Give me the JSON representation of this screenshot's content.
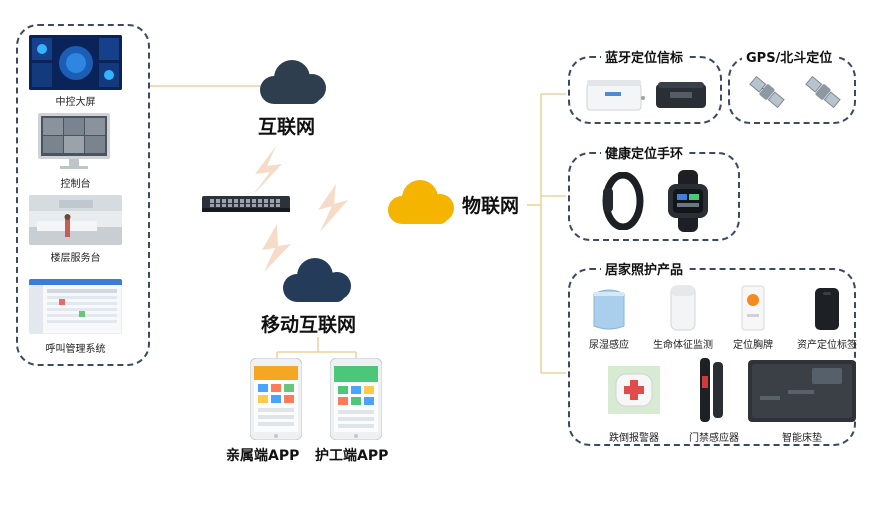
{
  "left_panel": {
    "items": [
      {
        "label": "中控大屏"
      },
      {
        "label": "控制台"
      },
      {
        "label": "楼层服务台"
      },
      {
        "label": "呼叫管理系统"
      }
    ]
  },
  "center": {
    "internet_label": "互联网",
    "iot_label": "物联网",
    "mobile_internet_label": "移动互联网",
    "apps": [
      {
        "label": "亲属端APP"
      },
      {
        "label": "护工端APP"
      }
    ]
  },
  "right_panel": {
    "bluetooth": {
      "title": "蓝牙定位信标"
    },
    "gps": {
      "title": "GPS/北斗定位"
    },
    "wristband": {
      "title": "健康定位手环"
    },
    "home_care": {
      "title": "居家照护产品",
      "items": [
        {
          "label": "尿湿感应"
        },
        {
          "label": "生命体征监测"
        },
        {
          "label": "定位胸牌"
        },
        {
          "label": "资产定位标签"
        },
        {
          "label": "跌倒报警器"
        },
        {
          "label": "门禁感应器"
        },
        {
          "label": "智能床垫"
        }
      ]
    }
  },
  "colors": {
    "cloud_dark": "#2f3e4f",
    "cloud_iot": "#f5b400",
    "cloud_mobile": "#253b5a",
    "connector": "#e9c98a",
    "bolt": "#f6dcc8",
    "border": "#3b4a5f"
  }
}
